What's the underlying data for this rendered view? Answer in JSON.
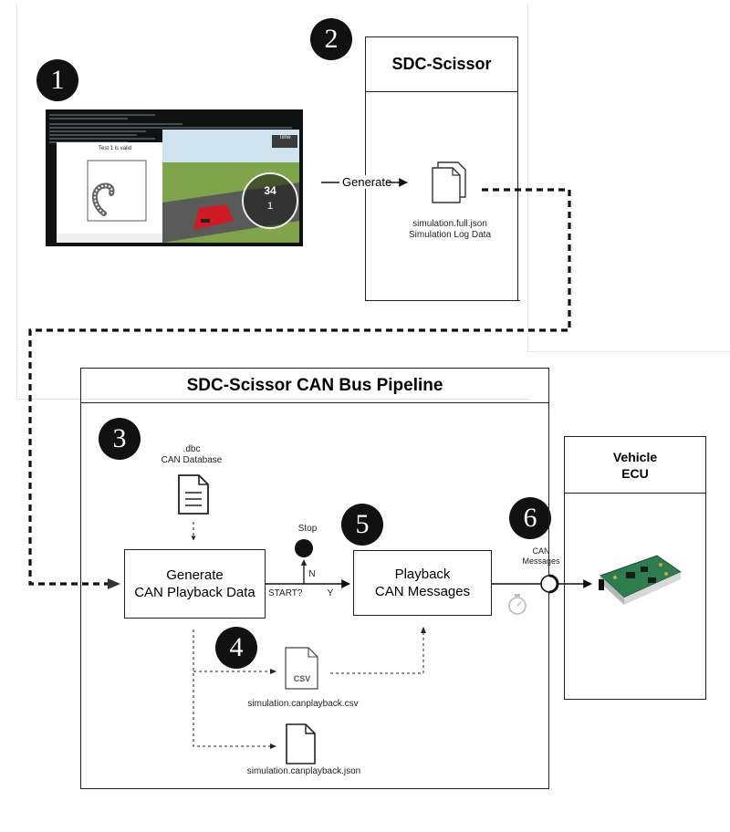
{
  "badges": [
    "1",
    "2",
    "3",
    "4",
    "5",
    "6"
  ],
  "scissor": {
    "title": "SDC-Scissor",
    "generate_label": "Generate",
    "file_name": "simulation.full.json",
    "file_desc": "Simulation Log Data"
  },
  "sim_screenshot": {
    "plot_title": "Test 1 is valid",
    "hud_speed": "34",
    "hud_gear": "1",
    "time_label": "Time"
  },
  "pipeline": {
    "title": "SDC-Scissor  CAN Bus Pipeline",
    "dbc_ext": ".dbc",
    "dbc_name": "CAN Database",
    "gen_line1": "Generate",
    "gen_line2": "CAN Playback Data",
    "stop": "Stop",
    "branch_n": "N",
    "branch_y": "Y",
    "start_q": "START?",
    "play_line1": "Playback",
    "play_line2": "CAN Messages",
    "csv_tag": "CSV",
    "csv_file": "simulation.canplayback.csv",
    "json_file": "simulation.canplayback.json",
    "can_msgs_line1": "CAN",
    "can_msgs_line2": "Messages"
  },
  "ecu": {
    "line1": "Vehicle",
    "line2": "ECU"
  },
  "colors": {
    "ink": "#111111",
    "road_grass": "#7fa44a",
    "sky": "#cfe3ef",
    "car": "#d01a24",
    "board": "#2e7d4f"
  }
}
